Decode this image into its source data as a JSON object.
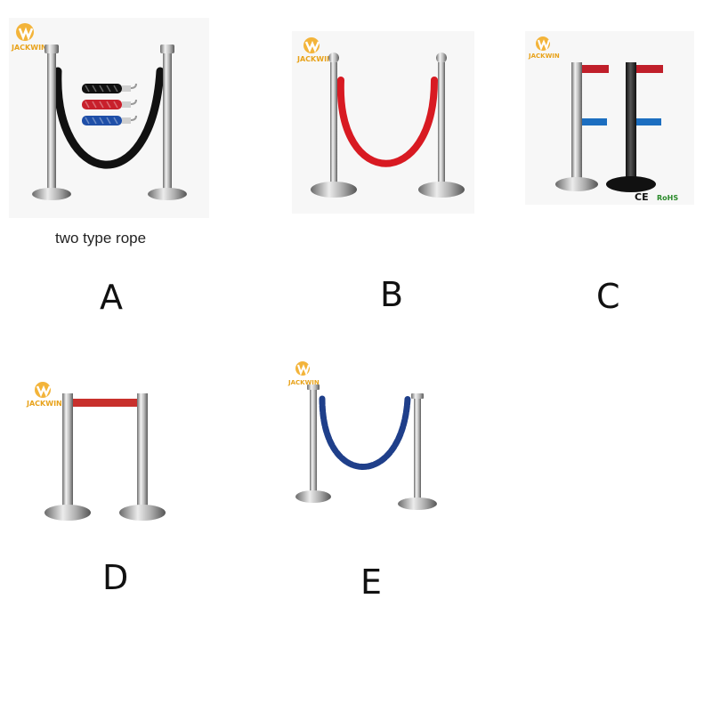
{
  "brand": {
    "name": "JACKWIN"
  },
  "panels": [
    {
      "letter": "A",
      "caption": "two type rope",
      "rope_colors": [
        "#111111",
        "#c8202c",
        "#1f4fa8"
      ]
    },
    {
      "letter": "B",
      "rope_color": "#d81a22"
    },
    {
      "letter": "C",
      "belt_colors": [
        "#c01f2a",
        "#1c6ec0"
      ],
      "certifications": [
        "CE",
        "RoHS"
      ]
    },
    {
      "letter": "D",
      "belt_color": "#c8302c"
    },
    {
      "letter": "E",
      "rope_color": "#1f3f8a"
    }
  ],
  "colors": {
    "logo": "#e8a21a",
    "steel_light": "#e4e4e4",
    "steel_dark": "#7a7a7a",
    "pole_black": "#222222"
  }
}
